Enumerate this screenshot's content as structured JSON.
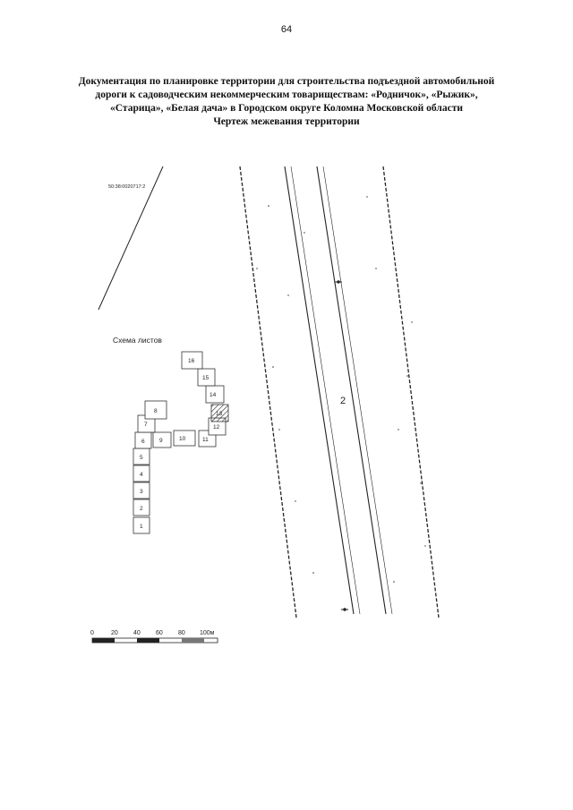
{
  "page_number": "64",
  "title_lines": [
    "Документация по планировке территории для строительства подъездной автомобильной",
    "дороги к садоводческим некоммерческим товариществам: «Родничок», «Рыжик»,",
    "«Старица», «Белая дача» в Городском округе Коломна Московской области",
    "Чертеж межевания территории"
  ],
  "cadastral_label": "50:38:0020717:2",
  "road_label": "2",
  "sheet_scheme": {
    "title": "Схема листов",
    "sheets": [
      "1",
      "2",
      "3",
      "4",
      "5",
      "6",
      "7",
      "8",
      "9",
      "10",
      "11",
      "12",
      "13",
      "14",
      "15",
      "16"
    ],
    "highlighted_sheet": "13"
  },
  "scale_bar": {
    "ticks": [
      "0",
      "20",
      "40",
      "60",
      "80",
      "100м"
    ]
  }
}
